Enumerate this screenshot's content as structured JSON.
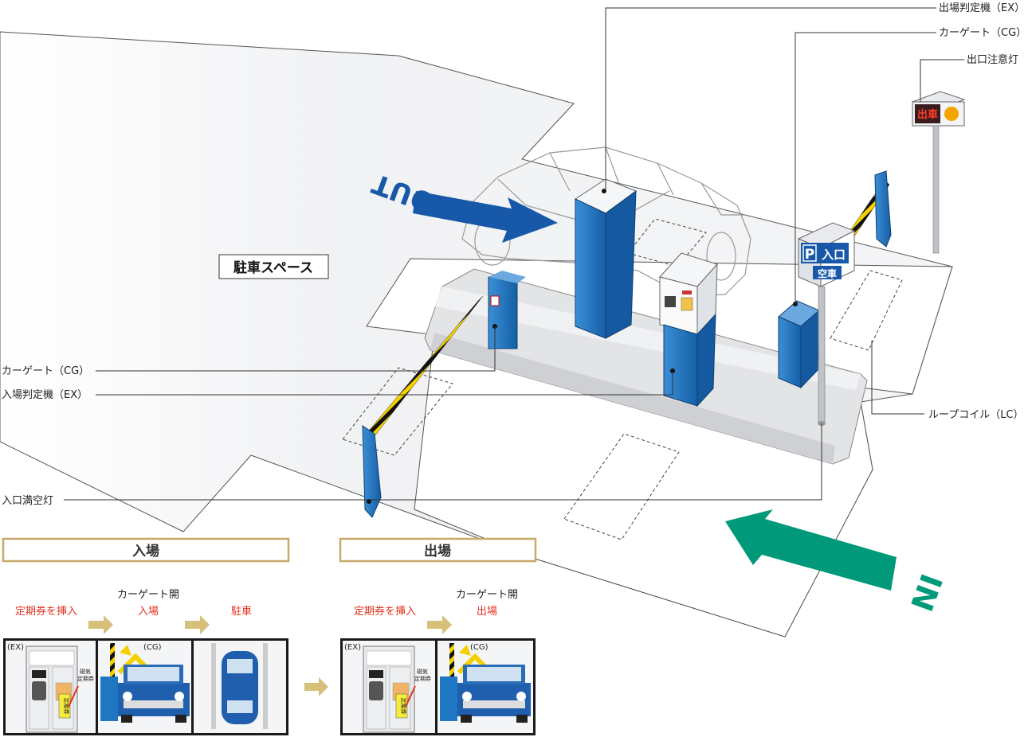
{
  "labels": {
    "exit_machine": "出場判定機（EX）",
    "car_gate_top": "カーゲート（CG）",
    "exit_caution_light": "出口注意灯",
    "car_gate_left": "カーゲート（CG）",
    "entry_machine": "入場判定機（EX）",
    "loop_coil": "ループコイル（LC）",
    "entry_vacancy_light": "入口満空灯",
    "parking_space": "駐車スペース"
  },
  "arrows": {
    "out": "OUT",
    "in": "IN"
  },
  "signs": {
    "entry_p": "P",
    "entry_word": "入口",
    "vacancy_word": "空車",
    "exit_lamp": "出車"
  },
  "flows": {
    "entry": {
      "header": "入場",
      "step1": "定期券を挿入",
      "step2_top": "カーゲート開",
      "step2_bottom": "入場",
      "step3": "駐車",
      "ex_tag": "(EX)",
      "cg_tag": "(CG)",
      "ticket_caption": "磁気\n定期券",
      "ticket_caption_1": "磁気",
      "ticket_caption_2": "定期券",
      "ticket_text": "定期券"
    },
    "exit": {
      "header": "出場",
      "step1": "定期券を挿入",
      "step2_top": "カーゲート開",
      "step2_bottom": "出場",
      "ex_tag": "(EX)",
      "cg_tag": "(CG)",
      "ticket_caption_1": "磁気",
      "ticket_caption_2": "定期券",
      "ticket_text": "定期券"
    }
  },
  "colors": {
    "machine_blue": "#1f77c4",
    "out_arrow": "#1759a8",
    "in_arrow": "#009a7a",
    "header_border": "#c8a96a",
    "step_arrow": "#d6c07a",
    "red_text": "#e0321e"
  }
}
